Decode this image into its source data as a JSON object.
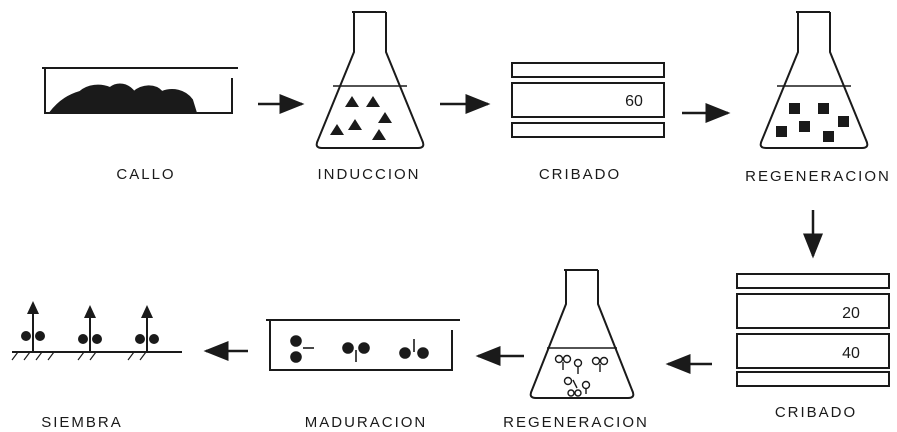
{
  "labels": {
    "callo": "CALLO",
    "induccion": "INDUCCION",
    "cribado_1": "CRIBADO",
    "regeneracion_1": "REGENERACION",
    "cribado_2": "CRIBADO",
    "regeneracion_2": "REGENERACION",
    "maduracion": "MADURACION",
    "siembra": "SIEMBRA"
  },
  "sieve_1": {
    "value": "60"
  },
  "sieve_2": {
    "upper": "20",
    "lower": "40"
  },
  "colors": {
    "ink": "#1a1a1a",
    "background": "#ffffff"
  }
}
